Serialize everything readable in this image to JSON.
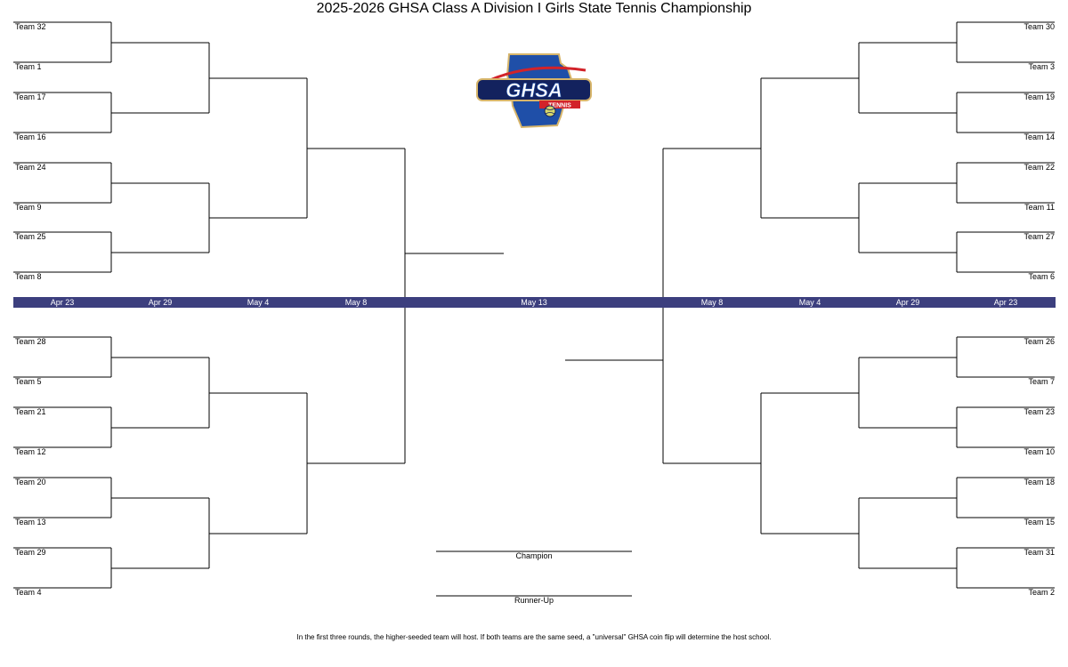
{
  "title": "2025-2026 GHSA Class A Division I Girls State Tennis Championship",
  "logo": {
    "main": "GHSA",
    "sub": "TENNIS",
    "icon": "tennis-ball-icon"
  },
  "left_top_teams": [
    "Team 32",
    "Team 1",
    "Team 17",
    "Team 16",
    "Team 24",
    "Team 9",
    "Team 25",
    "Team 8"
  ],
  "left_bottom_teams": [
    "Team 28",
    "Team 5",
    "Team 21",
    "Team 12",
    "Team 20",
    "Team 13",
    "Team 29",
    "Team 4"
  ],
  "right_top_teams": [
    "Team 30",
    "Team 3",
    "Team 19",
    "Team 14",
    "Team 22",
    "Team 11",
    "Team 27",
    "Team 6"
  ],
  "right_bottom_teams": [
    "Team 26",
    "Team 7",
    "Team 23",
    "Team 10",
    "Team 18",
    "Team 15",
    "Team 31",
    "Team 2"
  ],
  "dates": [
    "Apr 23",
    "Apr 29",
    "May 4",
    "May 8",
    "May 13",
    "May 8",
    "May 4",
    "Apr 29",
    "Apr 23"
  ],
  "champion_label": "Champion",
  "runner_up_label": "Runner-Up",
  "footnote": "In the first three rounds, the higher-seeded team will host.  If both teams are the same seed, a \"universal\" GHSA coin flip will determine the host school.",
  "colors": {
    "date_bar": "#3c3f7e",
    "logo_blue": "#1f4fa8",
    "logo_navy": "#13225e",
    "logo_gold": "#d7b56a",
    "logo_red": "#d2232a"
  }
}
